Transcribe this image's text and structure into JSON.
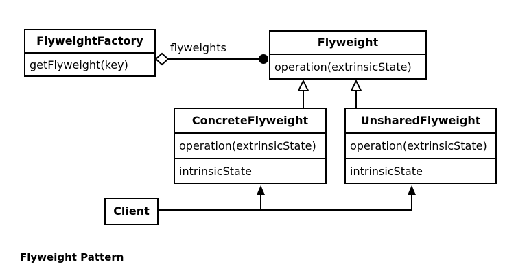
{
  "classes": {
    "flyweight_factory": {
      "name": "FlyweightFactory",
      "method": "getFlyweight(key)"
    },
    "flyweight": {
      "name": "Flyweight",
      "method": "operation(extrinsicState)"
    },
    "concrete_flyweight": {
      "name": "ConcreteFlyweight",
      "method": "operation(extrinsicState)",
      "attribute": "intrinsicState"
    },
    "unshared_flyweight": {
      "name": "UnsharedFlyweight",
      "method": "operation(extrinsicState)",
      "attribute": "intrinsicState"
    },
    "client": {
      "name": "Client"
    }
  },
  "association_label": "flyweights",
  "caption": "Flyweight Pattern"
}
